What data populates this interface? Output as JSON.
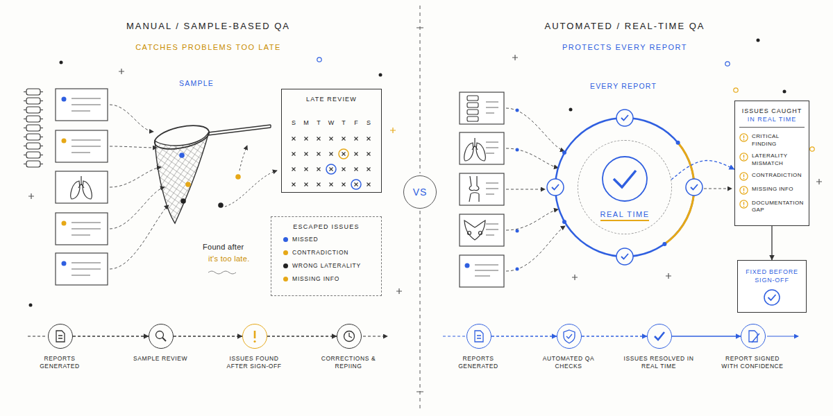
{
  "diagram": {
    "nodes": [
      {
        "text": [
          "LATE REVIEW"
        ]
      },
      {
        "text": [
          "ESCAPED ISSUES"
        ]
      },
      {
        "text": [
          "REPORTS GENERATED"
        ]
      },
      {
        "text": [
          "SAMPLE REVIEW"
        ]
      },
      {
        "text": [
          "ISSUES FOUND AFTER SIGN-OFF"
        ]
      },
      {
        "text": [
          "CORRECTIONS & REPIING"
        ]
      },
      {
        "text": [
          "VS"
        ]
      },
      {
        "text": [
          "REAL TIME"
        ]
      },
      {
        "text": [
          "ISSUES CAUGHT",
          "IN REAL TIME",
          "CRITICAL FINDING",
          "LATERALITY MISMATCH",
          "CONTRADICTION",
          "MISSING INFO",
          "DOCUMENTATION GAP"
        ]
      },
      {
        "text": [
          "FIXED BEFORE SIGN-OFF"
        ]
      },
      {
        "text": [
          "REPORTS GENERATED"
        ]
      },
      {
        "text": [
          "AUTOMATED QA CHECKS"
        ]
      },
      {
        "text": [
          "ISSUES RESOLVED IN REAL TIME"
        ]
      },
      {
        "text": [
          "REPORT SIGNED WITH CONFIDENCE"
        ]
      }
    ],
    "edges": [
      {
        "from": 2,
        "to": 3,
        "arrow": "to"
      },
      {
        "from": 3,
        "to": 4,
        "arrow": "to"
      },
      {
        "from": 4,
        "to": 5,
        "arrow": "to"
      },
      {
        "from": 7,
        "to": 8,
        "arrow": "to"
      },
      {
        "from": 8,
        "to": 9,
        "arrow": "to"
      },
      {
        "from": 10,
        "to": 11,
        "arrow": "to"
      },
      {
        "from": 11,
        "to": 12,
        "arrow": "to"
      },
      {
        "from": 12,
        "to": 13,
        "arrow": "to"
      }
    ],
    "labels": [
      "MANUAL / SAMPLE-BASED QA",
      "CATCHES PROBLEMS TOO LATE",
      "SAMPLE",
      "S",
      "M",
      "T",
      "W",
      "T",
      "F",
      "S",
      "Found after",
      "it's too late.",
      "AUTOMATED / REAL-TIME QA",
      "PROTECTS EVERY REPORT",
      "EVERY REPORT"
    ],
    "legend": [
      {
        "text": "MISSED",
        "color": "#2f5fe0"
      },
      {
        "text": "CONTRADICTION",
        "color": "#e6a817"
      },
      {
        "text": "WRONG LATERALITY",
        "color": "#222222"
      },
      {
        "text": "MISSING INFO",
        "color": "#e6a817"
      }
    ]
  }
}
